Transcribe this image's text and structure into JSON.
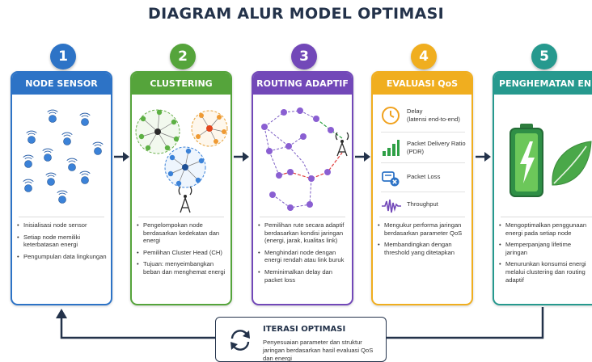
{
  "title": "DIAGRAM ALUR MODEL OPTIMASI",
  "colors": {
    "navy": "#23324a",
    "blue": "#2d73c6",
    "green": "#55a43b",
    "purple": "#7248b8",
    "orange": "#f0ae1f",
    "teal": "#26998e"
  },
  "steps": [
    {
      "number": "1",
      "header": "NODE SENSOR",
      "bullets": [
        "Inisialisasi node sensor",
        "Setiap node memiliki keterbatasan energi",
        "Pengumpulan data lingkungan"
      ]
    },
    {
      "number": "2",
      "header": "CLUSTERING",
      "bullets": [
        "Pengelompokan node berdasarkan kedekatan dan energi",
        "Pemilihan Cluster Head (CH)",
        "Tujuan: menyeimbangkan beban dan menghemat energi"
      ]
    },
    {
      "number": "3",
      "header": "ROUTING ADAPTIF",
      "bullets": [
        "Pemilihan rute secara adaptif berdasarkan kondisi jaringan (energi, jarak, kualitas link)",
        "Menghindari node dengan energi rendah atau link buruk",
        "Meminimalkan delay dan packet loss"
      ]
    },
    {
      "number": "4",
      "header": "EVALUASI QoS",
      "metrics": [
        {
          "label": "Delay",
          "sub": "(latensi end-to-end)",
          "icon": "clock-icon"
        },
        {
          "label": "Packet Delivery Ratio",
          "sub": "(PDR)",
          "icon": "signal-bars-icon"
        },
        {
          "label": "Packet Loss",
          "sub": "",
          "icon": "packet-loss-icon"
        },
        {
          "label": "Throughput",
          "sub": "",
          "icon": "waveform-icon"
        }
      ],
      "bullets": [
        "Mengukur performa jaringan berdasarkan parameter QoS",
        "Membandingkan dengan threshold yang ditetapkan"
      ]
    },
    {
      "number": "5",
      "header": "PENGHEMATAN ENERGI",
      "bullets": [
        "Mengoptimalkan penggunaan energi pada setiap node",
        "Memperpanjang lifetime jaringan",
        "Menurunkan konsumsi energi melalui clustering dan routing adaptif"
      ]
    }
  ],
  "loop": {
    "title": "ITERASI OPTIMASI",
    "description": "Penyesuaian parameter dan struktur jaringan berdasarkan hasil evaluasi QoS dan energi",
    "icon": "refresh-cycle-icon"
  }
}
